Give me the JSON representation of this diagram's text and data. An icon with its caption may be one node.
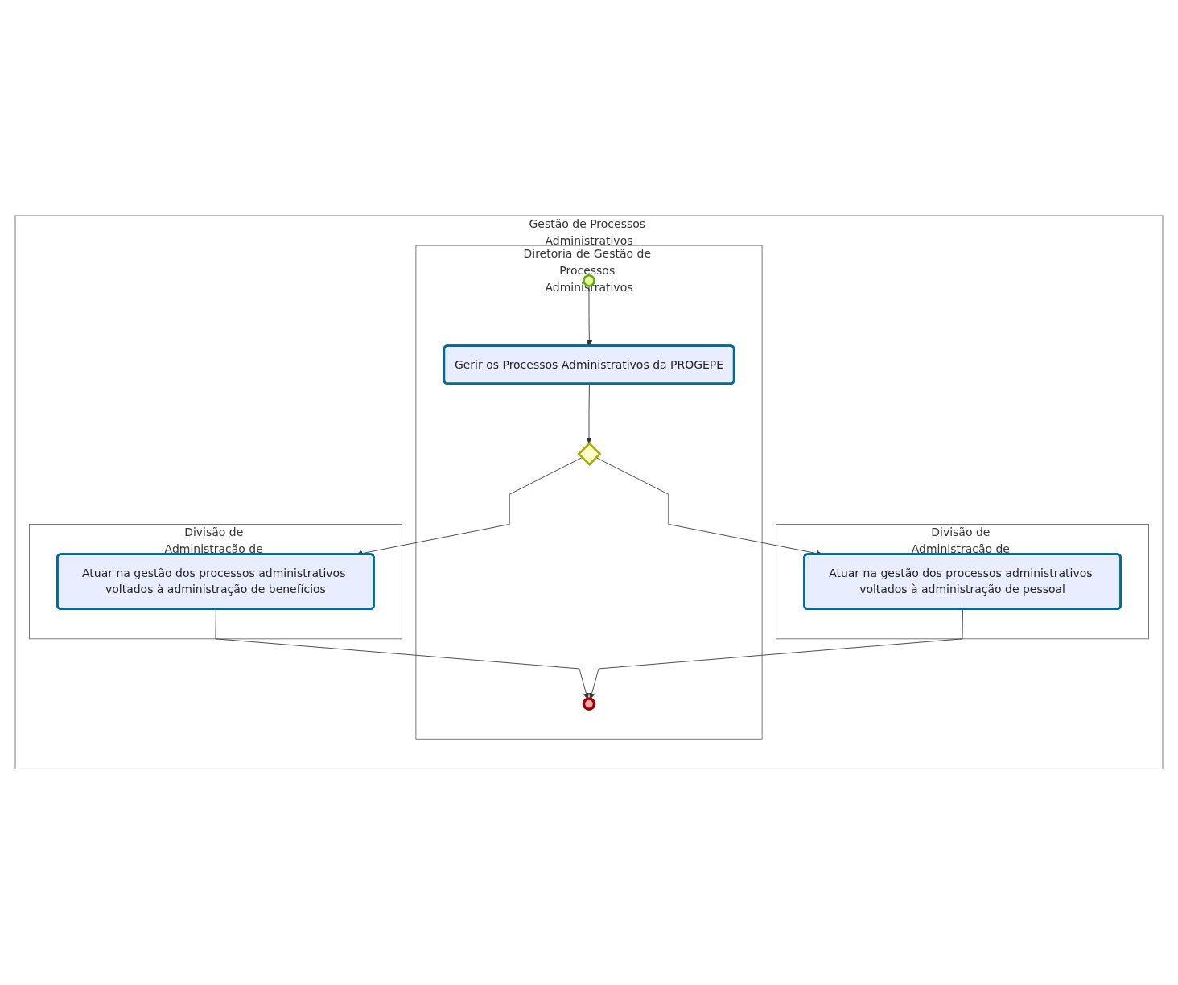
{
  "diagram": {
    "nodes": [
      {
        "text": [
          "Gestão de Processos Administrativos"
        ]
      },
      {
        "text": [
          "Diretoria de Gestão de Processos Administrativos"
        ],
        "in": 0
      },
      {
        "text": [],
        "shape": "circle",
        "in": 1
      },
      {
        "text": [
          "Gerir os Processos Administrativos da PROGEPE"
        ],
        "in": 1
      },
      {
        "text": [],
        "shape": "diamond",
        "in": 1
      },
      {
        "text": [],
        "shape": "circle",
        "in": 1
      },
      {
        "text": [
          "Divisão de Administração de Pessoal"
        ],
        "in": 0
      },
      {
        "text": [
          "Atuar na gestão dos processos administrativos voltados à administração de pessoal"
        ],
        "in": 6
      },
      {
        "text": [
          "Divisão de Administração de Benefícios"
        ],
        "in": 0
      },
      {
        "text": [
          "Atuar na gestão dos processos administrativos voltados à administração de benefícios"
        ],
        "in": 8
      }
    ],
    "edges": [
      {
        "from": 2,
        "to": 3,
        "arrow": "to"
      },
      {
        "from": 3,
        "to": 4,
        "arrow": "to"
      },
      {
        "from": 4,
        "to": 7,
        "arrow": "to"
      },
      {
        "from": 4,
        "to": 9,
        "arrow": "to"
      },
      {
        "from": 9,
        "to": 5,
        "arrow": "to"
      },
      {
        "from": 7,
        "to": 5,
        "arrow": "to"
      }
    ]
  }
}
